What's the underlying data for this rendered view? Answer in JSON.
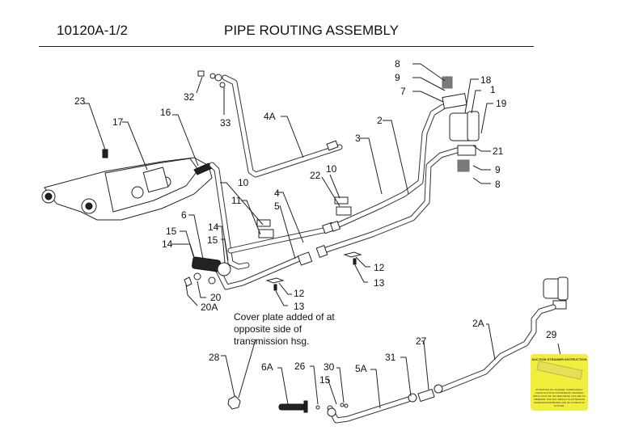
{
  "header": {
    "code": "10120A-1/2",
    "title": "PIPE ROUTING ASSEMBLY"
  },
  "note": "Cover plate added of at\nopposite side of\ntransmission hsg.",
  "decal": {
    "title": "SUCTION STRAINER INSTRUCTION",
    "text": "ATTENTION OIL CHANGE: THOROUGHLY CLEAN SUCTION STRAINER BY WASHING WITH LIGHT OIL OR KEROSENE. FAILURE TO OBSERVE THIS MAY RESULT IN EXTENSIVE DAMAGE/SHORTENED LIFE OF HYDRAULIC SYSTEM."
  },
  "callouts": {
    "c8a": "8",
    "c9a": "9",
    "c7": "7",
    "c18": "18",
    "c1": "1",
    "c19": "19",
    "c2": "2",
    "c3": "3",
    "c21": "21",
    "c9b": "9",
    "c8b": "8",
    "c32": "32",
    "c33": "33",
    "c4A": "4A",
    "c23": "23",
    "c17": "17",
    "c16": "16",
    "c10a": "10",
    "c11": "11",
    "c4": "4",
    "c5": "5",
    "c22": "22",
    "c10b": "10",
    "c6": "6",
    "c14a": "14",
    "c15a": "15",
    "c15b": "15",
    "c14b": "14",
    "c20": "20",
    "c20A": "20A",
    "c12a": "12",
    "c13a": "13",
    "c12b": "12",
    "c13b": "13",
    "c28": "28",
    "c6A": "6A",
    "c26": "26",
    "c30": "30",
    "c15c": "15",
    "c5A": "5A",
    "c31": "31",
    "c27": "27",
    "c2A": "2A",
    "c29": "29"
  }
}
